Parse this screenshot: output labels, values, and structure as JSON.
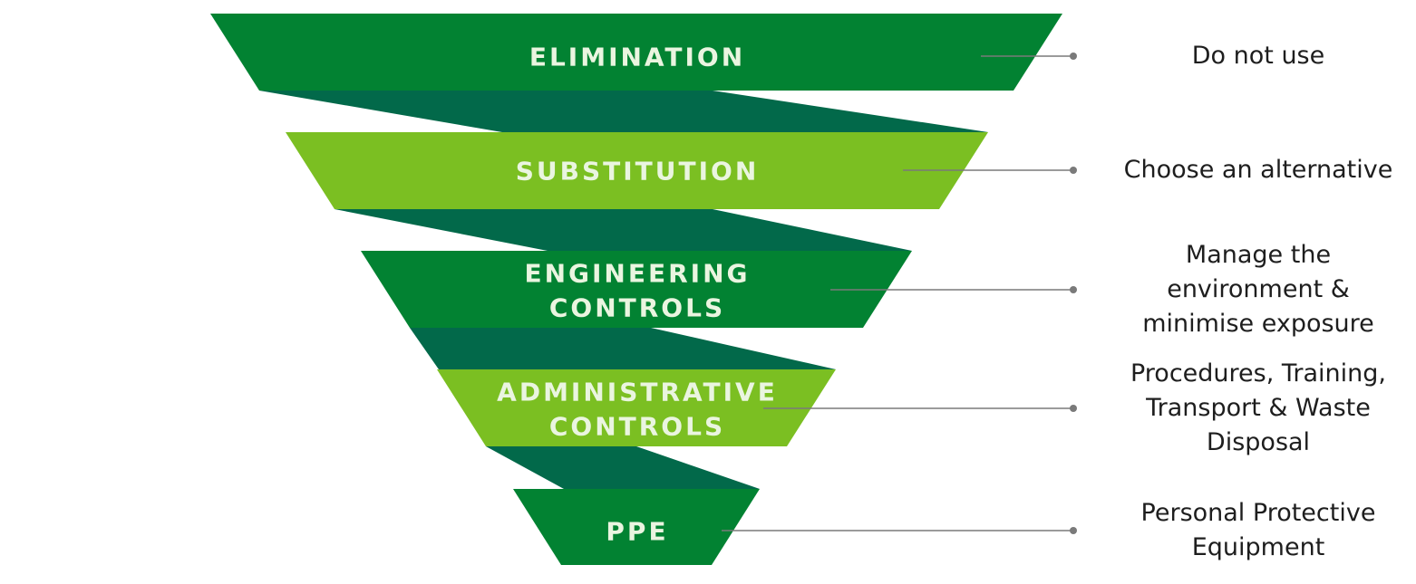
{
  "colors": {
    "dark_green": "#028232",
    "light_green": "#7bbf22",
    "connector_green": "#02694a",
    "leader_line": "#7a7a7a",
    "label_text": "#eaf5e0",
    "description_text": "#1e1e1e"
  },
  "tiers": [
    {
      "label_lines": [
        "ELIMINATION"
      ],
      "description_lines": [
        "Do not use"
      ]
    },
    {
      "label_lines": [
        "SUBSTITUTION"
      ],
      "description_lines": [
        "Choose an alternative"
      ]
    },
    {
      "label_lines": [
        "ENGINEERING",
        "CONTROLS"
      ],
      "description_lines": [
        "Manage the",
        "environment &",
        "minimise exposure"
      ]
    },
    {
      "label_lines": [
        "ADMINISTRATIVE",
        "CONTROLS"
      ],
      "description_lines": [
        "Procedures, Training,",
        "Transport & Waste",
        "Disposal"
      ]
    },
    {
      "label_lines": [
        "PPE"
      ],
      "description_lines": [
        "Personal Protective",
        "Equipment"
      ]
    }
  ]
}
